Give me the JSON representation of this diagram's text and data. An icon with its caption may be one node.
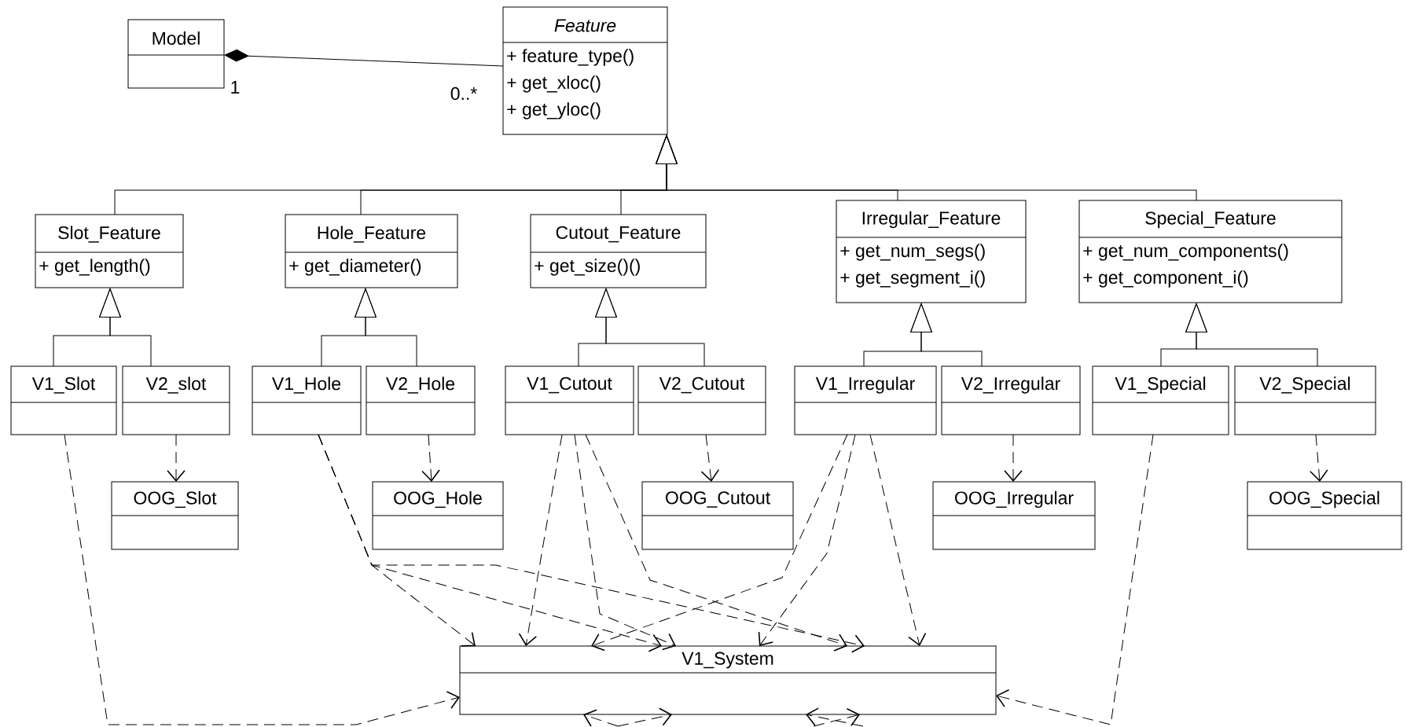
{
  "diagram": {
    "nodes": [
      {
        "text": [
          "Model"
        ]
      },
      {
        "text": [
          "Feature",
          "+ feature_type()",
          "+ get_xloc()",
          "+ get_yloc()"
        ]
      },
      {
        "text": [
          "Slot_Feature",
          "+ get_length()"
        ]
      },
      {
        "text": [
          "Hole_Feature",
          "+ get_diameter()"
        ]
      },
      {
        "text": [
          "Cutout_Feature",
          "+ get_size()()"
        ]
      },
      {
        "text": [
          "Irregular_Feature",
          "+ get_num_segs()",
          "+ get_segment_i()"
        ]
      },
      {
        "text": [
          "Special_Feature",
          "+ get_num_components()",
          "+ get_component_i()"
        ]
      },
      {
        "text": [
          "V1_Slot"
        ]
      },
      {
        "text": [
          "V2_slot"
        ]
      },
      {
        "text": [
          "V1_Hole"
        ]
      },
      {
        "text": [
          "V2_Hole"
        ]
      },
      {
        "text": [
          "V1_Cutout"
        ]
      },
      {
        "text": [
          "V2_Cutout"
        ]
      },
      {
        "text": [
          "V1_Irregular"
        ]
      },
      {
        "text": [
          "V2_Irregular"
        ]
      },
      {
        "text": [
          "V1_Special"
        ]
      },
      {
        "text": [
          "V2_Special"
        ]
      },
      {
        "text": [
          "OOG_Slot"
        ]
      },
      {
        "text": [
          "OOG_Hole"
        ]
      },
      {
        "text": [
          "OOG_Cutout"
        ]
      },
      {
        "text": [
          "OOG_Irregular"
        ]
      },
      {
        "text": [
          "OOG_Special"
        ]
      },
      {
        "text": [
          "V1_System"
        ]
      }
    ],
    "edges": [
      {
        "from": 0,
        "to": 1,
        "arrow": "other"
      },
      {
        "from": 2,
        "to": 1,
        "arrow": "to"
      },
      {
        "from": 3,
        "to": 1,
        "arrow": "to"
      },
      {
        "from": 4,
        "to": 1,
        "arrow": "to"
      },
      {
        "from": 5,
        "to": 1,
        "arrow": "to"
      },
      {
        "from": 6,
        "to": 1,
        "arrow": "to"
      },
      {
        "from": 7,
        "to": 2,
        "arrow": "to"
      },
      {
        "from": 8,
        "to": 2,
        "arrow": "to"
      },
      {
        "from": 9,
        "to": 3,
        "arrow": "to"
      },
      {
        "from": 10,
        "to": 3,
        "arrow": "to"
      },
      {
        "from": 11,
        "to": 4,
        "arrow": "to"
      },
      {
        "from": 12,
        "to": 4,
        "arrow": "to"
      },
      {
        "from": 13,
        "to": 5,
        "arrow": "to"
      },
      {
        "from": 14,
        "to": 5,
        "arrow": "to"
      },
      {
        "from": 15,
        "to": 6,
        "arrow": "to"
      },
      {
        "from": 16,
        "to": 6,
        "arrow": "to"
      },
      {
        "from": 8,
        "to": 17,
        "arrow": "to",
        "style": "dashed"
      },
      {
        "from": 10,
        "to": 18,
        "arrow": "to",
        "style": "dashed"
      },
      {
        "from": 12,
        "to": 19,
        "arrow": "to",
        "style": "dashed"
      },
      {
        "from": 14,
        "to": 20,
        "arrow": "to",
        "style": "dashed"
      },
      {
        "from": 16,
        "to": 21,
        "arrow": "to",
        "style": "dashed"
      },
      {
        "from": 7,
        "to": 22,
        "arrow": "to",
        "style": "dashed"
      },
      {
        "from": 9,
        "to": 22,
        "arrow": "to",
        "style": "dashed"
      },
      {
        "from": 9,
        "to": 22,
        "arrow": "to",
        "style": "dashed"
      },
      {
        "from": 9,
        "to": 22,
        "arrow": "to",
        "style": "dashed"
      },
      {
        "from": 11,
        "to": 22,
        "arrow": "to",
        "style": "dashed"
      },
      {
        "from": 11,
        "to": 22,
        "arrow": "to",
        "style": "dashed"
      },
      {
        "from": 11,
        "to": 22,
        "arrow": "to",
        "style": "dashed"
      },
      {
        "from": 13,
        "to": 22,
        "arrow": "to",
        "style": "dashed"
      },
      {
        "from": 13,
        "to": 22,
        "arrow": "to",
        "style": "dashed"
      },
      {
        "from": 13,
        "to": 22,
        "arrow": "to",
        "style": "dashed"
      },
      {
        "from": 15,
        "to": 22,
        "arrow": "to",
        "style": "dashed"
      },
      {
        "from": null,
        "to": 22,
        "arrow": "to",
        "style": "dashed"
      },
      {
        "from": null,
        "to": 22,
        "arrow": "to",
        "style": "dashed"
      },
      {
        "from": null,
        "to": 22,
        "arrow": "to",
        "style": "dashed"
      },
      {
        "from": null,
        "to": 22,
        "arrow": "to",
        "style": "dashed"
      }
    ],
    "labels": [
      "1",
      "0..*"
    ]
  }
}
